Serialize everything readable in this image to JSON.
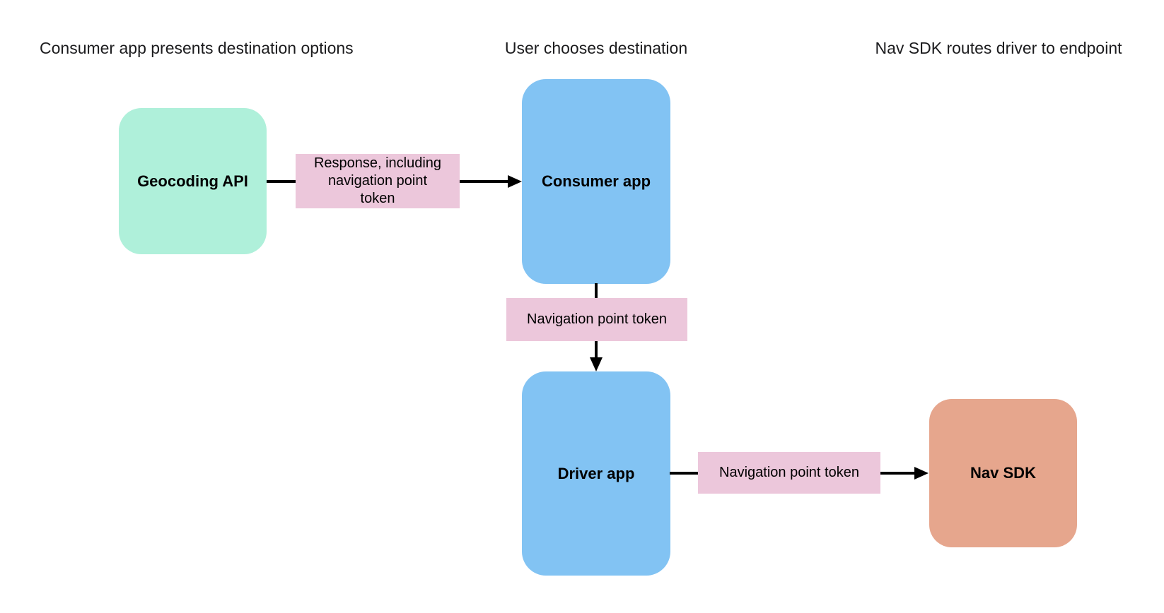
{
  "diagram": {
    "headers": {
      "left": "Consumer app presents destination options",
      "center": "User chooses destination",
      "right": "Nav SDK routes driver to endpoint"
    },
    "nodes": {
      "geocoding_api": {
        "label": "Geocoding API",
        "fill": "#aff0da"
      },
      "consumer_app": {
        "label": "Consumer app",
        "fill": "#82c3f3"
      },
      "driver_app": {
        "label": "Driver app",
        "fill": "#82c3f3"
      },
      "nav_sdk": {
        "label": "Nav SDK",
        "fill": "#e6a68d"
      }
    },
    "edge_labels": {
      "response_token": "Response, including\nnavigation point\ntoken",
      "consumer_to_driver": "Navigation point token",
      "driver_to_navsdk": "Navigation point token"
    },
    "colors": {
      "edge_label_fill": "#ecc7db",
      "connector": "#000000",
      "node_text": "#000000",
      "header_text": "#1c1c1e",
      "background": "#ffffff"
    }
  }
}
